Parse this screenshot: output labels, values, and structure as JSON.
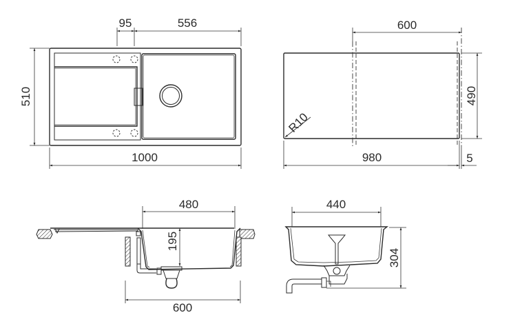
{
  "drawing": {
    "top_view": {
      "dimensions": {
        "overall_width": "1000",
        "overall_depth": "510",
        "drainer_offset": "95",
        "bowl_width": "556"
      }
    },
    "cutout_view": {
      "dimensions": {
        "cutout_width": "980",
        "cutout_depth": "490",
        "cabinet_width": "600",
        "corner_radius": "R10",
        "edge_offset": "5"
      }
    },
    "side_section": {
      "dimensions": {
        "bowl_width": "480",
        "bowl_depth": "195",
        "cabinet_width": "600"
      }
    },
    "front_section": {
      "dimensions": {
        "bowl_width": "440",
        "total_height": "304"
      }
    }
  },
  "colors": {
    "line": "#2a2a2a",
    "background": "#ffffff"
  }
}
